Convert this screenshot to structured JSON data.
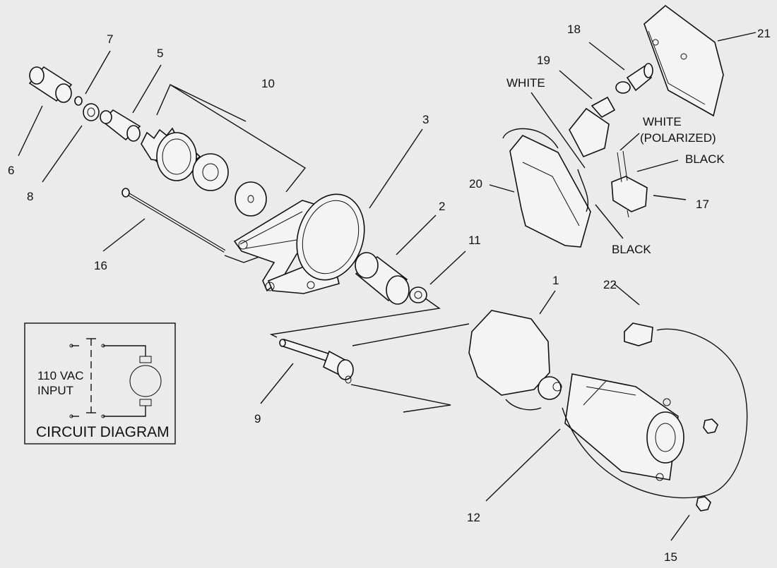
{
  "callouts": [
    "1",
    "2",
    "3",
    "5",
    "6",
    "7",
    "8",
    "9",
    "10",
    "11",
    "12",
    "15",
    "16",
    "17",
    "18",
    "19",
    "20",
    "21",
    "22"
  ],
  "wire_labels": {
    "white_1": "WHITE",
    "white_2": "WHITE",
    "polarized": "(POLARIZED)",
    "black_1": "BLACK",
    "black_2": "BLACK"
  },
  "circuit": {
    "voltage": "110 VAC",
    "input": "INPUT",
    "title": "CIRCUIT DIAGRAM"
  },
  "colors": {
    "background": "#ebebeb",
    "line": "#111111",
    "part_fill": "#f4f4f4"
  }
}
